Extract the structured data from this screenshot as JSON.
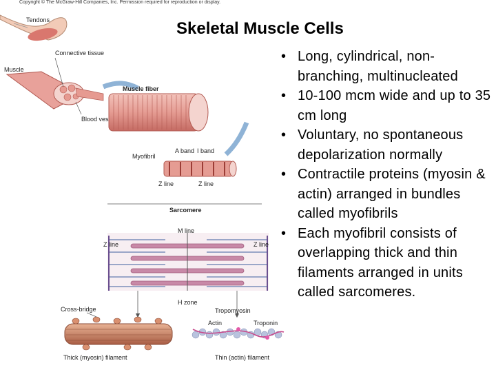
{
  "copyright": "Copyright © The McGraw-Hill Companies, Inc. Permission required for reproduction or display.",
  "title": "Skeletal Muscle Cells",
  "bullets": [
    "Long, cylindrical, non-branching, multinucleated",
    "10-100 mcm wide and up to 35 cm long",
    "Voluntary, no spontaneous depolarization normally",
    "Contractile proteins (myosin & actin) arranged in bundles called myofibrils",
    "Each myofibril consists of overlapping thick and thin filaments arranged in units called sarcomeres."
  ],
  "figure": {
    "labels": {
      "tendons": "Tendons",
      "connective_tissue": "Connective tissue",
      "muscle": "Muscle",
      "blood_vessel": "Blood vessel",
      "muscle_fiber": "Muscle fiber",
      "myofibril": "Myofibril",
      "a_band": "A band",
      "i_band": "I band",
      "z_line_1": "Z line",
      "z_line_2": "Z line",
      "sarcomere": "Sarcomere",
      "m_line": "M line",
      "z_line_left": "Z line",
      "z_line_right": "Z line",
      "h_zone": "H zone",
      "cross_bridge": "Cross-bridge",
      "tropomyosin": "Tropomyosin",
      "actin": "Actin",
      "troponin": "Troponin",
      "thick_filament": "Thick (myosin) filament",
      "thin_filament": "Thin (actin) filament"
    }
  },
  "colors": {
    "muscle": "#e8a19a",
    "muscle_dark": "#c2625c",
    "arrow": "#8fb3d6",
    "thick": "#c07b62",
    "thin": "#9aa6c8",
    "myosin_band": "#b46a8c"
  }
}
